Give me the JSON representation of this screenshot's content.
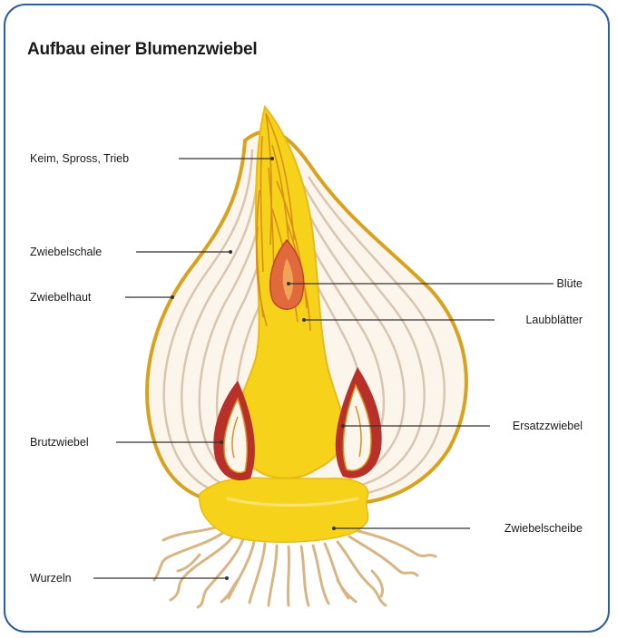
{
  "title": "Aufbau einer Blumenzwiebel",
  "labels": {
    "keim": "Keim, Spross, Trieb",
    "zwiebelschale": "Zwiebelschale",
    "zwiebelhaut": "Zwiebelhaut",
    "brutzwiebel": "Brutzwiebel",
    "wurzeln": "Wurzeln",
    "bluete": "Blüte",
    "laubblaetter": "Laubblätter",
    "ersatzzwiebel": "Ersatzzwiebel",
    "zwiebelscheibe": "Zwiebelscheibe"
  },
  "colors": {
    "frame": "#2c5d9e",
    "skin": "#d9a21e",
    "scale_fill": "#fbf5ec",
    "scale_line": "#d8c6ae",
    "core": "#f7d21b",
    "core_light": "#fbe470",
    "flower": "#e06a3c",
    "bud_red": "#b8302a",
    "root": "#d8b684"
  }
}
